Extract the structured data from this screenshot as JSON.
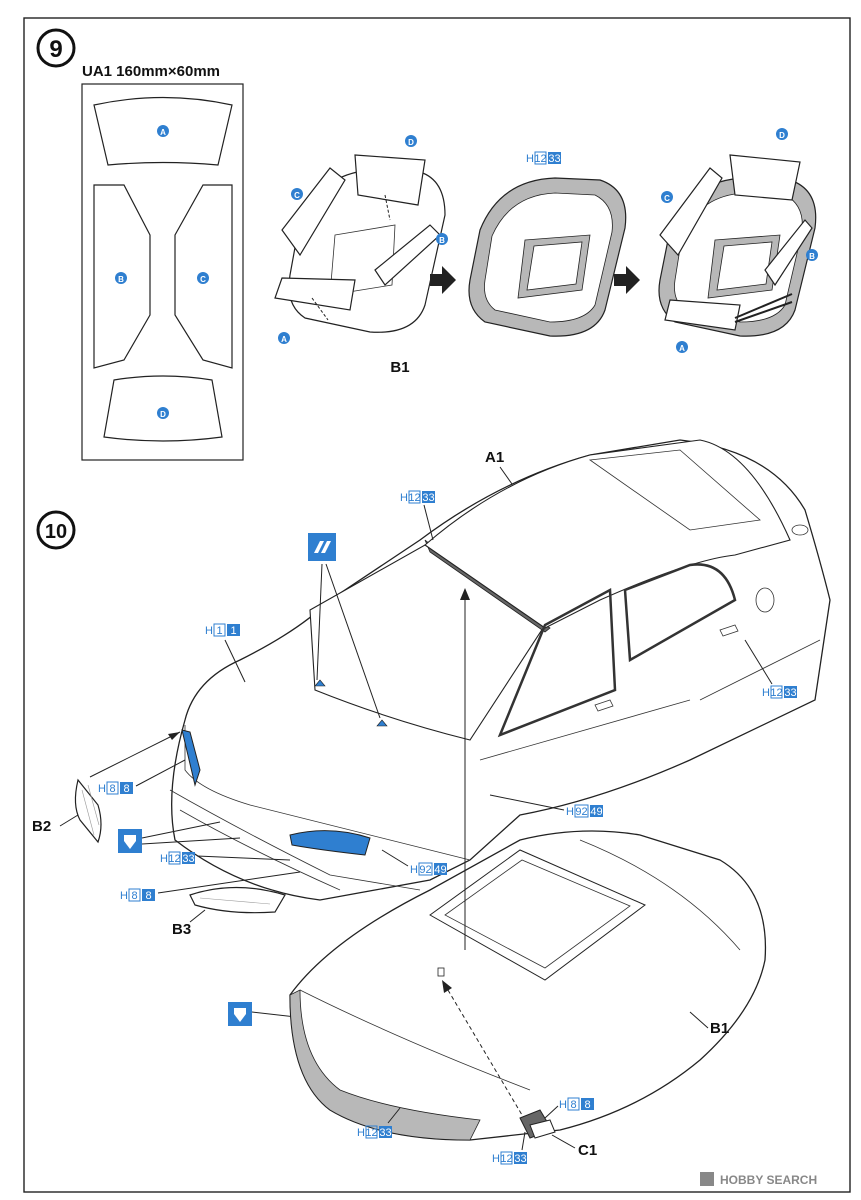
{
  "steps": {
    "step9": {
      "number": "9",
      "sheet_label": "UA1 160mm×60mm",
      "glass": {
        "a": "A",
        "b": "B",
        "c": "C",
        "d": "D"
      },
      "part_b1": "B1"
    },
    "step10": {
      "number": "10"
    }
  },
  "paint": {
    "h": "H",
    "codes": {
      "c12": "12",
      "n33": "33",
      "c1": "1",
      "n1": "1",
      "c8": "8",
      "n8": "8",
      "c92": "92",
      "n49": "49"
    }
  },
  "parts": {
    "a1": "A1",
    "b1": "B1",
    "b2": "B2",
    "b3": "B3",
    "c1": "C1"
  },
  "watermark": "HOBBY SEARCH",
  "colors": {
    "accent_blue": "#2f7fd0",
    "line": "#222222",
    "gray_fill": "#b8b8b8"
  }
}
